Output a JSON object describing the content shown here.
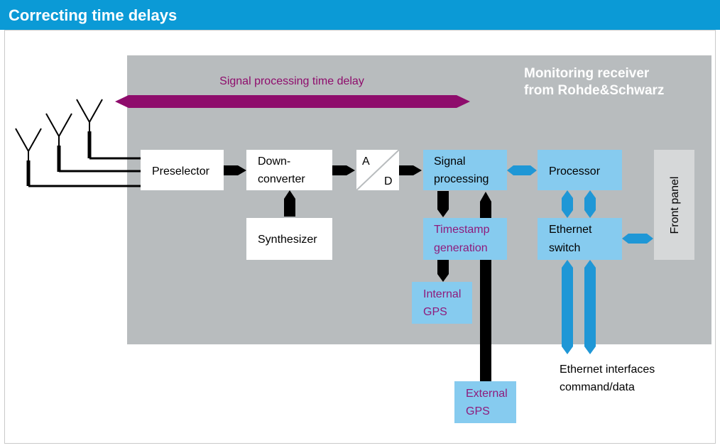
{
  "header": {
    "title": "Correcting time delays"
  },
  "receiver": {
    "title_line1": "Monitoring receiver",
    "title_line2": "from Rohde&Schwarz"
  },
  "delay_bar": {
    "label": "Signal processing time delay"
  },
  "blocks": {
    "preselector": "Preselector",
    "downconverter_line1": "Down-",
    "downconverter_line2": "converter",
    "adc_a": "A",
    "adc_d": "D",
    "signal_processing_line1": "Signal",
    "signal_processing_line2": "processing",
    "processor": "Processor",
    "front_panel": "Front panel",
    "synthesizer": "Synthesizer",
    "timestamp_line1": "Timestamp",
    "timestamp_line2": "generation",
    "ethernet_switch_line1": "Ethernet",
    "ethernet_switch_line2": "switch",
    "internal_gps_line1": "Internal",
    "internal_gps_line2": "GPS",
    "external_gps_line1": "External",
    "external_gps_line2": "GPS"
  },
  "ethernet_interfaces": {
    "line1": "Ethernet interfaces",
    "line2": "command/data"
  },
  "colors": {
    "header_blue": "#0b9ad6",
    "receiver_gray": "#b8bcbe",
    "delay_purple": "#8e0c6c",
    "block_light_blue": "#86cbef",
    "link_blue": "#1f97d6",
    "black_link": "#000000",
    "front_panel_gray": "#d6d8d9",
    "purple_text": "#8e1b7c"
  },
  "icons": {
    "antenna": "antenna-icon"
  }
}
